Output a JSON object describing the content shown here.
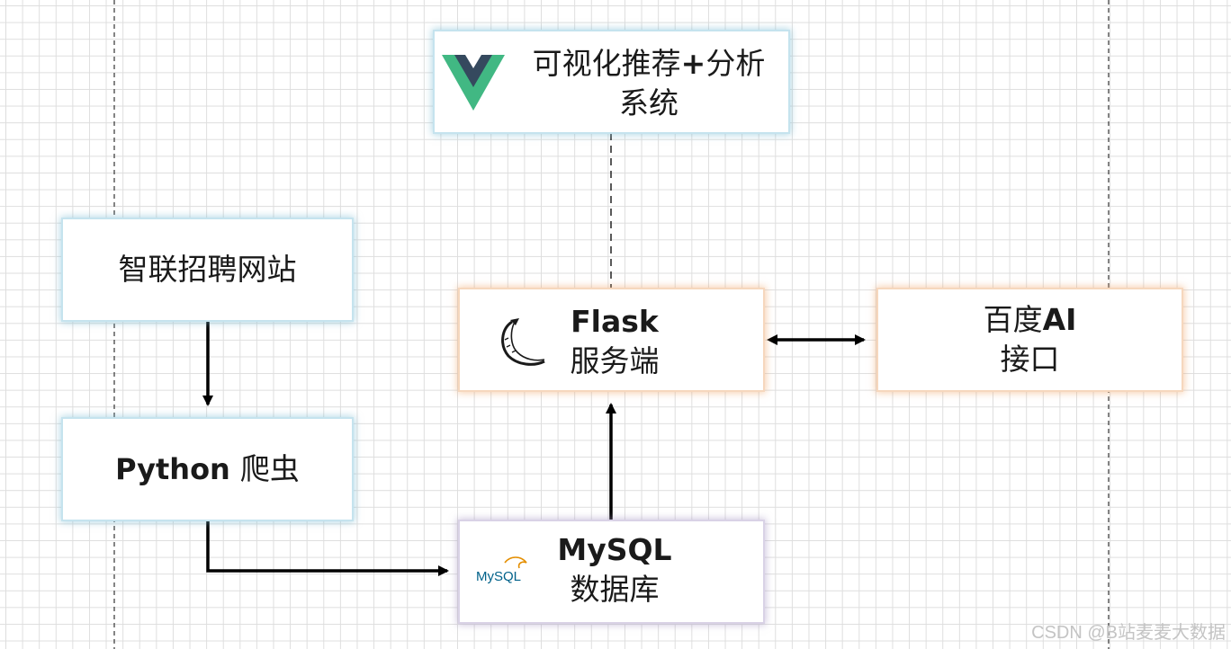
{
  "nodes": {
    "vue_system": {
      "line1": "可视化推荐",
      "plus": "+",
      "line1_tail": "分析",
      "line2": "系统",
      "icon": "vue-logo-icon"
    },
    "zhaopin_site": {
      "label": "智联招聘网站"
    },
    "python_spider": {
      "latin": "Python",
      "cjk": "爬虫"
    },
    "flask_server": {
      "title": "Flask",
      "subtitle": "服务端",
      "icon": "flask-horn-icon"
    },
    "baidu_ai": {
      "prefix": "百度",
      "latin": "AI",
      "subtitle": "接口"
    },
    "mysql_db": {
      "title": "MySQL",
      "subtitle": "数据库",
      "icon": "mysql-logo-icon",
      "logo_text": "MySQL"
    }
  },
  "colors": {
    "grid": "#dedede",
    "blue_glow": "#c5e3ee",
    "orange_glow": "#f6d7bd",
    "purple_glow": "#d9d2e6",
    "vue_green": "#41b883",
    "vue_dark": "#35495e",
    "arrow": "#000000"
  },
  "watermark": "CSDN @B站麦麦大数据"
}
